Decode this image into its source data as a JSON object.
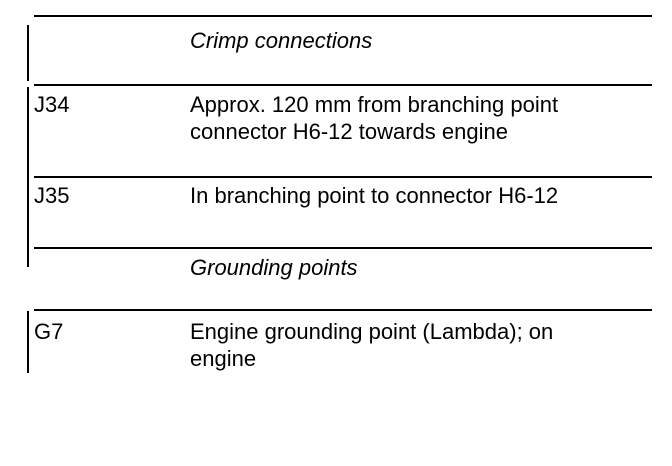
{
  "table": {
    "sections": [
      {
        "heading": "Crimp connections",
        "rows": [
          {
            "code": "J34",
            "description_lines": [
              "Approx. 120 mm from branching point",
              "connector H6-12 towards engine"
            ]
          },
          {
            "code": "J35",
            "description_lines": [
              "In branching point to connector H6-12"
            ]
          }
        ]
      },
      {
        "heading": "Grounding points",
        "rows": [
          {
            "code": "G7",
            "description_lines": [
              "Engine grounding point (Lambda); on",
              "engine"
            ]
          }
        ]
      }
    ]
  }
}
